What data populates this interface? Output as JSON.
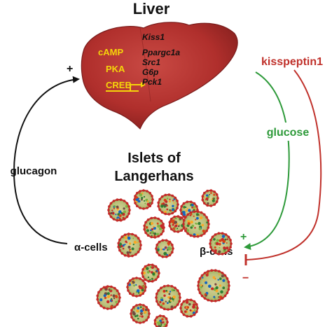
{
  "liver": {
    "title": "Liver",
    "signaling": [
      "cAMP",
      "PKA",
      "CREB"
    ],
    "genes": [
      "Kiss1",
      "Ppargc1a",
      "Src1",
      "G6p",
      "Pck1"
    ]
  },
  "islets": {
    "title_line1": "Islets of",
    "title_line2": "Langerhans",
    "alpha_cells": "α-cells",
    "beta_cells": "β-cells"
  },
  "signals": {
    "glucagon": "glucagon",
    "glucose": "glucose",
    "kisspeptin": "kisspeptin1",
    "plus": "+",
    "minus": "−"
  },
  "colors": {
    "liver": "#b5302f",
    "glucose": "#2e9a3a",
    "kisspeptin": "#c0312b",
    "signal_text": "#f5d50a",
    "arrow": "#111111"
  }
}
